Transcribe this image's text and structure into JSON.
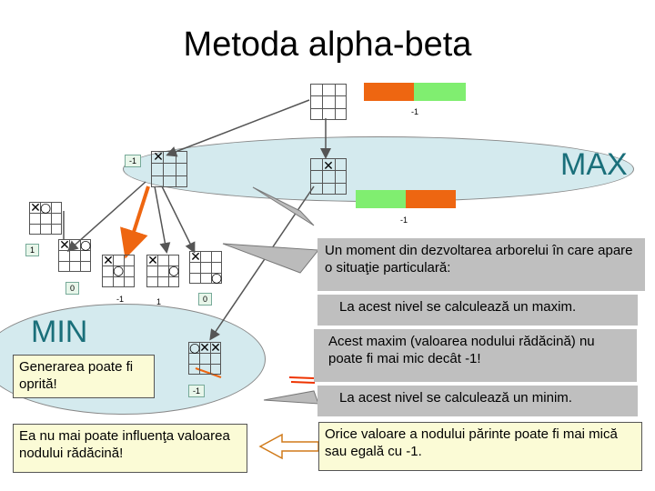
{
  "title": "Metoda alpha-beta",
  "levels": {
    "max": "MAX",
    "min": "MIN"
  },
  "values": {
    "root": "-1",
    "max_left": "-1",
    "max_right": "-1",
    "leaf1": "1",
    "leaf2": "0",
    "leaf3": "-1",
    "leaf4": "1",
    "leaf5": "0",
    "min_right": "-1"
  },
  "marks": {
    "x": "✕",
    "o": "○"
  },
  "callouts": {
    "moment": "Un moment din dezvoltarea arborelui în care apare o situaţie particulară:",
    "max_level": "La acest nivel se calculează un maxim.",
    "max_bound": "Acest maxim (valoarea nodului rădăcină) nu poate fi mai mic decât -1!",
    "min_level": "La acest nivel se calculează un minim.",
    "stop": "Generarea poate fi oprită!",
    "no_influence": "Ea nu mai poate influenţa valoarea nodului rădăcină!",
    "parent_value": "Orice valoare a nodului părinte poate fi mai mică sau egală cu -1."
  },
  "colors": {
    "ellipse": "#d4eaee",
    "green": "#80ee70",
    "orange": "#ee6611",
    "level_label": "#1a6f7a"
  }
}
